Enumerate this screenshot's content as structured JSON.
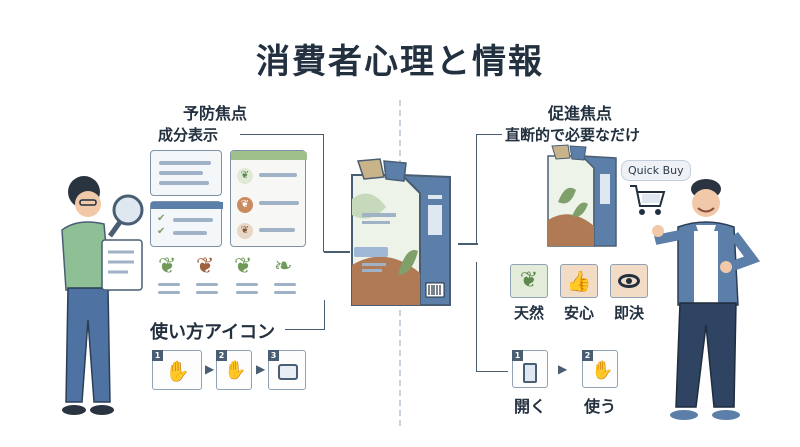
{
  "title": "消費者心理と情報",
  "left": {
    "heading": "予防焦点",
    "subheading": "成分表示",
    "usage_label": "使い方アイコン",
    "steps": [
      "1",
      "2",
      "3"
    ]
  },
  "right": {
    "heading": "促進焦点",
    "subheading": "直断的で必要なだけ",
    "bubble": "Quick Buy",
    "badges": [
      {
        "label": "天然",
        "icon": "leaf-icon"
      },
      {
        "label": "安心",
        "icon": "thumbs-up-icon"
      },
      {
        "label": "即決",
        "icon": "eye-icon"
      }
    ],
    "steps": [
      {
        "num": "1",
        "label": "開く"
      },
      {
        "num": "2",
        "label": "使う"
      }
    ]
  },
  "colors": {
    "accent_green": "#7fa06a",
    "accent_brown": "#b57a55",
    "accent_blue": "#5b7fa8",
    "line": "#4a5e73"
  }
}
